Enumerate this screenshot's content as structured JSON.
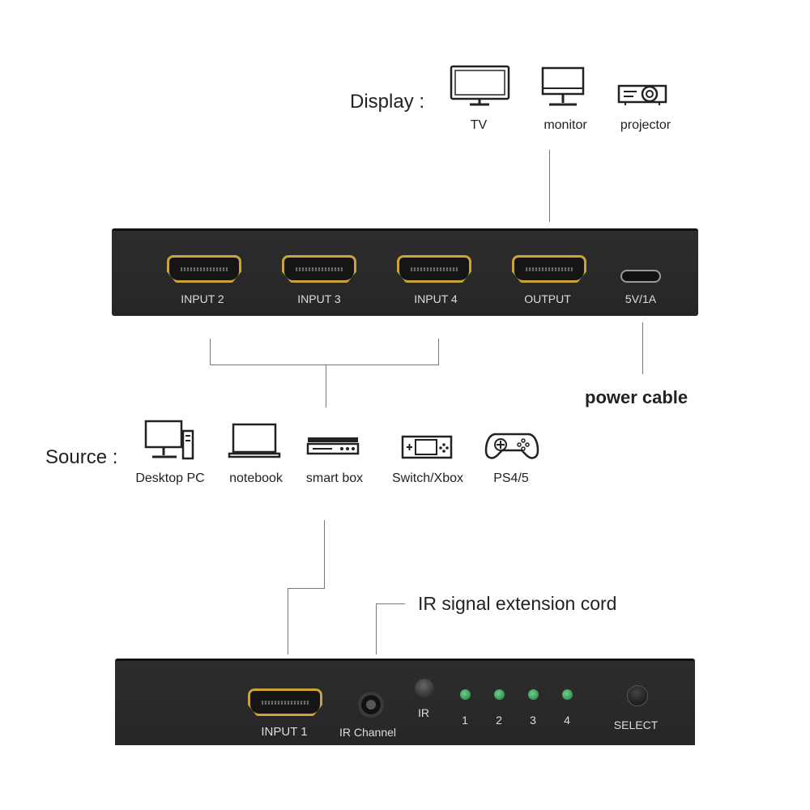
{
  "display": {
    "heading": "Display :",
    "items": [
      {
        "label": "TV",
        "icon": "tv-icon"
      },
      {
        "label": "monitor",
        "icon": "monitor-icon"
      },
      {
        "label": "projector",
        "icon": "projector-icon"
      }
    ]
  },
  "top_device": {
    "ports": [
      "INPUT 2",
      "INPUT 3",
      "INPUT 4",
      "OUTPUT"
    ],
    "power_port": "5V/1A"
  },
  "power_cable_label": "power cable",
  "source": {
    "heading": "Source :",
    "items": [
      {
        "label": "Desktop PC",
        "icon": "desktop-pc-icon"
      },
      {
        "label": "notebook",
        "icon": "notebook-icon"
      },
      {
        "label": "smart box",
        "icon": "smart-box-icon"
      },
      {
        "label": "Switch/Xbox",
        "icon": "game-console-icon"
      },
      {
        "label": "PS4/5",
        "icon": "gamepad-icon"
      }
    ]
  },
  "ir_cord_label": "IR signal extension cord",
  "bottom_device": {
    "input": "INPUT 1",
    "ir_channel": "IR Channel",
    "ir": "IR",
    "leds": [
      "1",
      "2",
      "3",
      "4"
    ],
    "select": "SELECT",
    "led_color": "#3fa85c"
  },
  "colors": {
    "device": "#2a2a2a",
    "hdmi_gold": "#c9a43a"
  }
}
